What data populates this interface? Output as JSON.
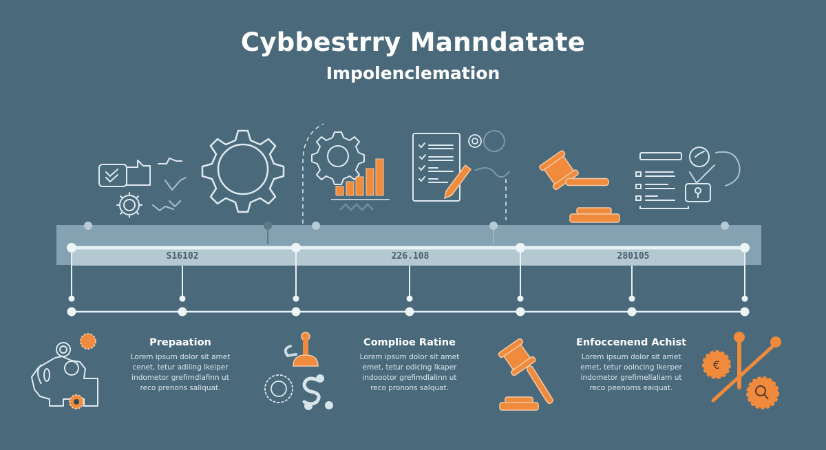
{
  "header": {
    "title": "Cybbestrry Manndatate",
    "subtitle": "Impolenclemation"
  },
  "colors": {
    "background": "#4a6a7c",
    "band": "#84a2b2",
    "band_inner": "#b4c8d2",
    "line": "#e8f1f5",
    "accent": "#f08a3c",
    "icon_outline": "#dfeaf0"
  },
  "timeline": {
    "date_labels": [
      "S16102",
      "226.108",
      "280105"
    ]
  },
  "top_icons": [
    {
      "name": "checklist-feedback-icon"
    },
    {
      "name": "large-gear-icon"
    },
    {
      "name": "gear-bar-chart-icon"
    },
    {
      "name": "checklist-pencil-icon"
    },
    {
      "name": "gavel-icon"
    },
    {
      "name": "document-lock-icon"
    }
  ],
  "phases": [
    {
      "title": "Prepaation",
      "lines": [
        "Lorem ipsum dolor sit amet",
        "cenet, tetur adiling lkeiper",
        "indometor grefimdlafinn ut",
        "reco prenons saliquat."
      ]
    },
    {
      "title": "Complioe Ratine",
      "lines": [
        "Lorem ipsum dolor sit amet",
        "emet, tetur odicing lkaper",
        "indoootor grefimdlalinn ut",
        "reco pronons salquat."
      ]
    },
    {
      "title": "Enfoccenend Achist",
      "lines": [
        "Lorem ipsum dolor sit amet",
        "emet, tetur oolncing lkerper",
        "indometor grefimellaliam ut",
        "reco peenoms eaiquat."
      ]
    }
  ]
}
